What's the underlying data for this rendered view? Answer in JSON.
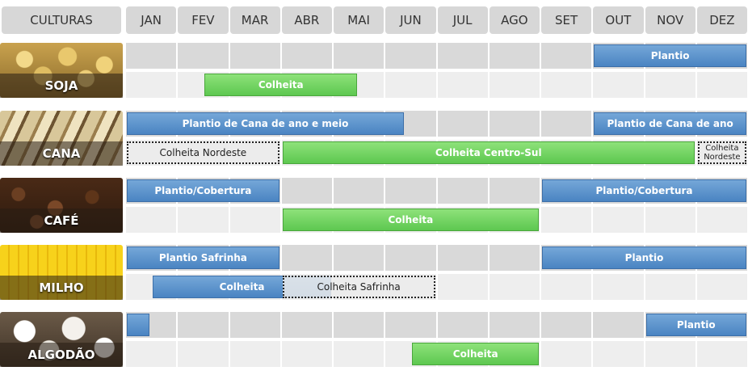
{
  "chart_data": {
    "type": "gantt",
    "title": "",
    "header_label": "CULTURAS",
    "months": [
      "JAN",
      "FEV",
      "MAR",
      "ABR",
      "MAI",
      "JUN",
      "JUL",
      "AGO",
      "SET",
      "OUT",
      "NOV",
      "DEZ"
    ],
    "crops": [
      {
        "name": "SOJA",
        "image": "soybean-photo",
        "rows": [
          [
            {
              "label": "Plantio",
              "start": 9.0,
              "end": 12.0,
              "style": "blue"
            }
          ],
          [
            {
              "label": "Colheita",
              "start": 1.5,
              "end": 4.5,
              "style": "green"
            }
          ]
        ]
      },
      {
        "name": "CANA",
        "image": "sugarcane-photo",
        "rows": [
          [
            {
              "label": "Plantio de Cana de ano e meio",
              "start": 0.0,
              "end": 5.4,
              "style": "blue"
            },
            {
              "label": "Plantio de Cana de ano",
              "start": 9.0,
              "end": 12.0,
              "style": "blue"
            }
          ],
          [
            {
              "label": "Colheita Nordeste",
              "start": 0.0,
              "end": 3.0,
              "style": "dotted"
            },
            {
              "label": "Colheita Centro-Sul",
              "start": 3.0,
              "end": 11.0,
              "style": "green"
            },
            {
              "label": "Colheita Nordeste",
              "start": 11.0,
              "end": 12.0,
              "style": "dotted"
            }
          ]
        ]
      },
      {
        "name": "CAFÉ",
        "image": "coffee-photo",
        "rows": [
          [
            {
              "label": "Plantio/Cobertura",
              "start": 0.0,
              "end": 3.0,
              "style": "blue"
            },
            {
              "label": "Plantio/Cobertura",
              "start": 8.0,
              "end": 12.0,
              "style": "blue"
            }
          ],
          [
            {
              "label": "Colheita",
              "start": 3.0,
              "end": 8.0,
              "style": "green"
            }
          ]
        ]
      },
      {
        "name": "MILHO",
        "image": "corn-photo",
        "rows": [
          [
            {
              "label": "Plantio Safrinha",
              "start": 0.0,
              "end": 3.0,
              "style": "blue"
            },
            {
              "label": "Plantio",
              "start": 8.0,
              "end": 12.0,
              "style": "blue"
            }
          ],
          [
            {
              "label": "Colheita",
              "start": 0.5,
              "end": 4.0,
              "style": "blue"
            },
            {
              "label": "Colheita Safrinha",
              "start": 3.0,
              "end": 6.0,
              "style": "dotted"
            }
          ]
        ]
      },
      {
        "name": "ALGODÃO",
        "image": "cotton-photo",
        "rows": [
          [
            {
              "label": "",
              "start": 0.0,
              "end": 0.5,
              "style": "blue"
            },
            {
              "label": "Plantio",
              "start": 10.0,
              "end": 12.0,
              "style": "blue"
            }
          ],
          [
            {
              "label": "Colheita",
              "start": 5.5,
              "end": 8.0,
              "style": "green"
            }
          ]
        ]
      }
    ]
  }
}
